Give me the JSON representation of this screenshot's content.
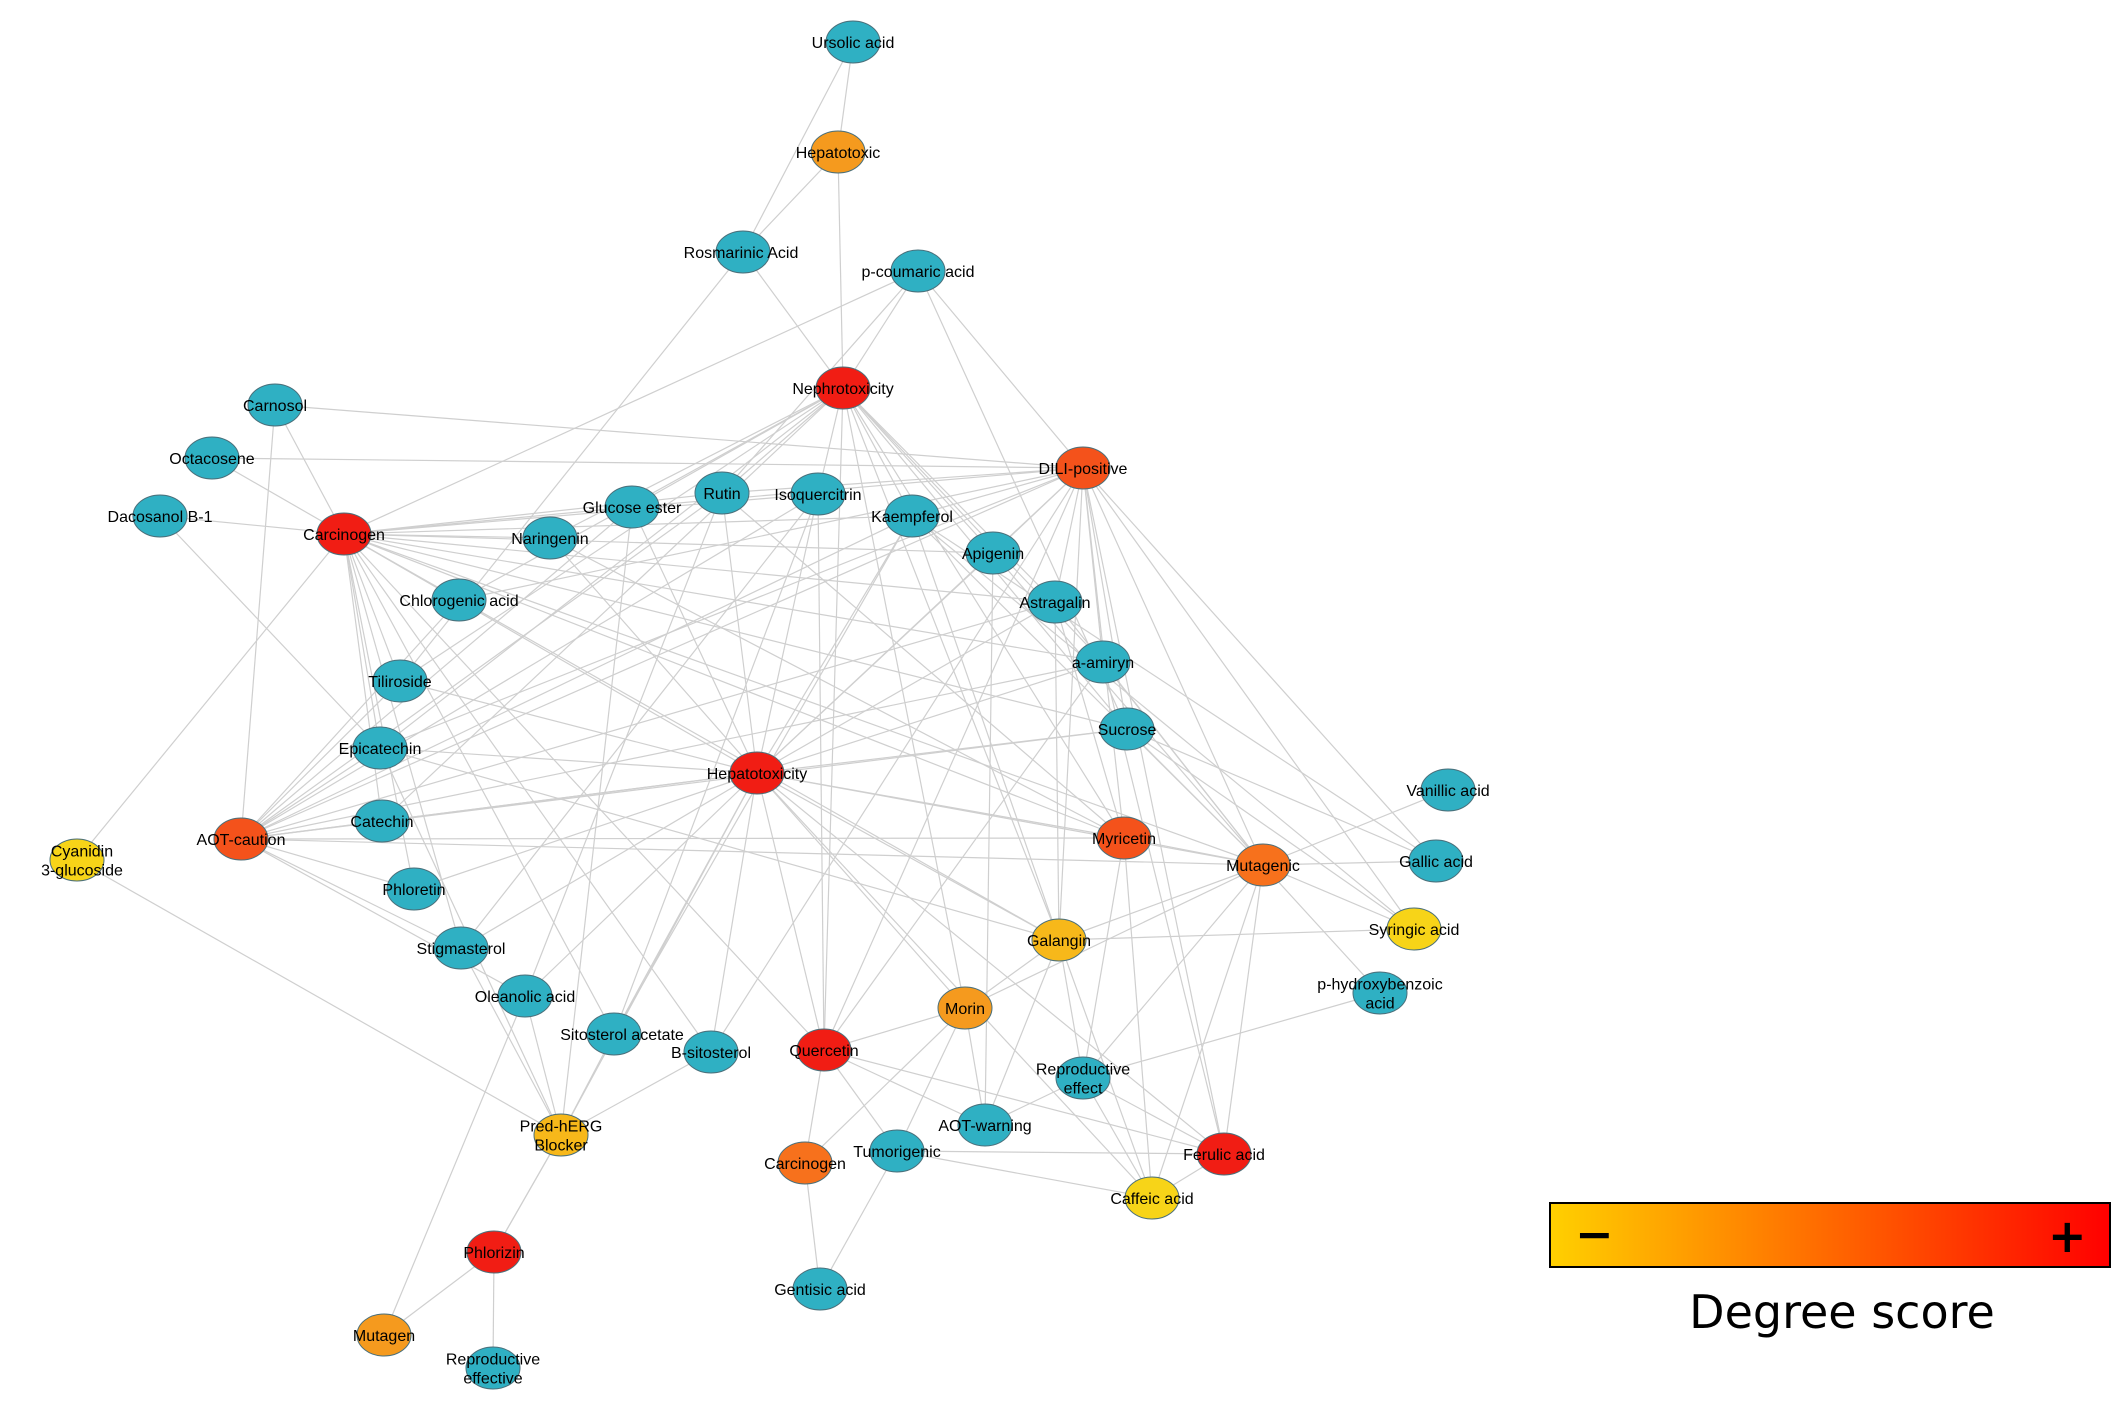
{
  "nodes": [
    {
      "id": "ursolic",
      "label": "Ursolic acid",
      "color": "teal"
    },
    {
      "id": "hepatotoxic",
      "label": "Hepatotoxic",
      "color": "orange"
    },
    {
      "id": "rosmarinic",
      "label": "Rosmarinic Acid",
      "color": "teal"
    },
    {
      "id": "pcoumaric",
      "label": "p-coumaric acid",
      "color": "teal"
    },
    {
      "id": "nephro",
      "label": "Nephrotoxicity",
      "color": "red"
    },
    {
      "id": "carnosol",
      "label": "Carnosol",
      "color": "teal"
    },
    {
      "id": "octacosene",
      "label": "Octacosene",
      "color": "teal"
    },
    {
      "id": "dili",
      "label": "DILI-positive",
      "color": "red_orange"
    },
    {
      "id": "dacosanol",
      "label": "Dacosanol B-1",
      "color": "teal"
    },
    {
      "id": "carcinogen1",
      "label": "Carcinogen",
      "color": "red"
    },
    {
      "id": "glucose",
      "label": "Glucose ester",
      "color": "teal"
    },
    {
      "id": "rutin",
      "label": "Rutin",
      "color": "teal"
    },
    {
      "id": "isoquercitrin",
      "label": "Isoquercitrin",
      "color": "teal"
    },
    {
      "id": "kaempferol",
      "label": "Kaempferol",
      "color": "teal"
    },
    {
      "id": "naringenin",
      "label": "Naringenin",
      "color": "teal"
    },
    {
      "id": "apigenin",
      "label": "Apigenin",
      "color": "teal"
    },
    {
      "id": "chlorogenic",
      "label": "Chlorogenic acid",
      "color": "teal"
    },
    {
      "id": "astragalin",
      "label": "Astragalin",
      "color": "teal"
    },
    {
      "id": "amiryn",
      "label": "a-amiryn",
      "color": "teal"
    },
    {
      "id": "tiliroside",
      "label": "Tiliroside",
      "color": "teal"
    },
    {
      "id": "sucrose",
      "label": "Sucrose",
      "color": "teal"
    },
    {
      "id": "epicatechin",
      "label": "Epicatechin",
      "color": "teal"
    },
    {
      "id": "hepatotox",
      "label": "Hepatotoxicity",
      "color": "red"
    },
    {
      "id": "vanillic",
      "label": "Vanillic acid",
      "color": "teal"
    },
    {
      "id": "cyanidin",
      "label": [
        "Cyanidin",
        "3-glucoside"
      ],
      "color": "yellow"
    },
    {
      "id": "aotcaution",
      "label": "AOT-caution",
      "color": "red_orange"
    },
    {
      "id": "catechin",
      "label": "Catechin",
      "color": "teal"
    },
    {
      "id": "myricetin",
      "label": "Myricetin",
      "color": "red_orange"
    },
    {
      "id": "mutagenic",
      "label": "Mutagenic",
      "color": "orange_red"
    },
    {
      "id": "gallic",
      "label": "Gallic acid",
      "color": "teal"
    },
    {
      "id": "phloretin",
      "label": "Phloretin",
      "color": "teal"
    },
    {
      "id": "syringic",
      "label": "Syringic acid",
      "color": "yellow"
    },
    {
      "id": "galangin",
      "label": "Galangin",
      "color": "amber"
    },
    {
      "id": "stigmasterol",
      "label": "Stigmasterol",
      "color": "teal"
    },
    {
      "id": "phydroxy",
      "label": [
        "p-hydroxybenzoic",
        "acid"
      ],
      "color": "teal"
    },
    {
      "id": "oleanolic",
      "label": "Oleanolic acid",
      "color": "teal"
    },
    {
      "id": "morin",
      "label": "Morin",
      "color": "orange"
    },
    {
      "id": "sitosterolac",
      "label": "Sitosterol acetate",
      "color": "teal"
    },
    {
      "id": "bsitosterol",
      "label": "B-sitosterol",
      "color": "teal"
    },
    {
      "id": "quercetin",
      "label": "Quercetin",
      "color": "red"
    },
    {
      "id": "reproductive",
      "label": [
        "Reproductive",
        "effect"
      ],
      "color": "teal"
    },
    {
      "id": "aotwarning",
      "label": "AOT-warning",
      "color": "teal"
    },
    {
      "id": "predherg",
      "label": [
        "Pred-hERG",
        "Blocker"
      ],
      "color": "amber"
    },
    {
      "id": "tumorigenic",
      "label": "Tumorigenic",
      "color": "teal"
    },
    {
      "id": "carcinogen2",
      "label": "Carcinogen",
      "color": "orange_red"
    },
    {
      "id": "ferulic",
      "label": "Ferulic acid",
      "color": "red"
    },
    {
      "id": "caffeic",
      "label": "Caffeic acid",
      "color": "yellow"
    },
    {
      "id": "phlorizin",
      "label": "Phlorizin",
      "color": "red"
    },
    {
      "id": "gentisic",
      "label": "Gentisic acid",
      "color": "teal"
    },
    {
      "id": "mutagen",
      "label": "Mutagen",
      "color": "orange"
    },
    {
      "id": "reproeffective",
      "label": [
        "Reproductive",
        "effective"
      ],
      "color": "teal"
    }
  ],
  "edges": [
    [
      "ursolic",
      "hepatotoxic"
    ],
    [
      "ursolic",
      "rosmarinic"
    ],
    [
      "hepatotoxic",
      "rosmarinic"
    ],
    [
      "hepatotoxic",
      "nephro"
    ],
    [
      "rosmarinic",
      "nephro"
    ],
    [
      "rosmarinic",
      "tiliroside"
    ],
    [
      "pcoumaric",
      "nephro"
    ],
    [
      "pcoumaric",
      "carcinogen1"
    ],
    [
      "pcoumaric",
      "dili"
    ],
    [
      "pcoumaric",
      "rutin"
    ],
    [
      "pcoumaric",
      "sucrose"
    ],
    [
      "nephro",
      "glucose"
    ],
    [
      "nephro",
      "rutin"
    ],
    [
      "nephro",
      "isoquercitrin"
    ],
    [
      "nephro",
      "kaempferol"
    ],
    [
      "nephro",
      "naringenin"
    ],
    [
      "nephro",
      "apigenin"
    ],
    [
      "nephro",
      "chlorogenic"
    ],
    [
      "nephro",
      "astragalin"
    ],
    [
      "nephro",
      "amiryn"
    ],
    [
      "nephro",
      "tiliroside"
    ],
    [
      "nephro",
      "epicatechin"
    ],
    [
      "nephro",
      "sucrose"
    ],
    [
      "nephro",
      "myricetin"
    ],
    [
      "nephro",
      "quercetin"
    ],
    [
      "nephro",
      "galangin"
    ],
    [
      "nephro",
      "catechin"
    ],
    [
      "nephro",
      "morin"
    ],
    [
      "carnosol",
      "carcinogen1"
    ],
    [
      "carnosol",
      "aotcaution"
    ],
    [
      "carnosol",
      "dili"
    ],
    [
      "octacosene",
      "dili"
    ],
    [
      "octacosene",
      "carcinogen1"
    ],
    [
      "dacosanol",
      "carcinogen1"
    ],
    [
      "dacosanol",
      "epicatechin"
    ],
    [
      "carcinogen1",
      "glucose"
    ],
    [
      "carcinogen1",
      "rutin"
    ],
    [
      "carcinogen1",
      "isoquercitrin"
    ],
    [
      "carcinogen1",
      "kaempferol"
    ],
    [
      "carcinogen1",
      "naringenin"
    ],
    [
      "carcinogen1",
      "apigenin"
    ],
    [
      "carcinogen1",
      "chlorogenic"
    ],
    [
      "carcinogen1",
      "astragalin"
    ],
    [
      "carcinogen1",
      "amiryn"
    ],
    [
      "carcinogen1",
      "tiliroside"
    ],
    [
      "carcinogen1",
      "epicatechin"
    ],
    [
      "carcinogen1",
      "sucrose"
    ],
    [
      "carcinogen1",
      "catechin"
    ],
    [
      "carcinogen1",
      "phloretin"
    ],
    [
      "carcinogen1",
      "myricetin"
    ],
    [
      "carcinogen1",
      "mutagenic"
    ],
    [
      "carcinogen1",
      "galangin"
    ],
    [
      "carcinogen1",
      "quercetin"
    ],
    [
      "carcinogen1",
      "stigmasterol"
    ],
    [
      "carcinogen1",
      "sitosterolac"
    ],
    [
      "carcinogen1",
      "bsitosterol"
    ],
    [
      "carcinogen1",
      "cyanidin"
    ],
    [
      "carcinogen1",
      "hepatotox"
    ],
    [
      "dili",
      "glucose"
    ],
    [
      "dili",
      "rutin"
    ],
    [
      "dili",
      "kaempferol"
    ],
    [
      "dili",
      "apigenin"
    ],
    [
      "dili",
      "astragalin"
    ],
    [
      "dili",
      "amiryn"
    ],
    [
      "dili",
      "sucrose"
    ],
    [
      "dili",
      "myricetin"
    ],
    [
      "dili",
      "galangin"
    ],
    [
      "dili",
      "mutagenic"
    ],
    [
      "dili",
      "gallic"
    ],
    [
      "dili",
      "syringic"
    ],
    [
      "dili",
      "hepatotox"
    ],
    [
      "dili",
      "aotcaution"
    ],
    [
      "dili",
      "quercetin"
    ],
    [
      "dili",
      "epicatechin"
    ],
    [
      "dili",
      "chlorogenic"
    ],
    [
      "dili",
      "ferulic"
    ],
    [
      "aotcaution",
      "glucose"
    ],
    [
      "aotcaution",
      "rutin"
    ],
    [
      "aotcaution",
      "isoquercitrin"
    ],
    [
      "aotcaution",
      "kaempferol"
    ],
    [
      "aotcaution",
      "chlorogenic"
    ],
    [
      "aotcaution",
      "tiliroside"
    ],
    [
      "aotcaution",
      "epicatechin"
    ],
    [
      "aotcaution",
      "catechin"
    ],
    [
      "aotcaution",
      "phloretin"
    ],
    [
      "aotcaution",
      "stigmasterol"
    ],
    [
      "aotcaution",
      "oleanolic"
    ],
    [
      "aotcaution",
      "hepatotox"
    ],
    [
      "aotcaution",
      "amiryn"
    ],
    [
      "aotcaution",
      "sucrose"
    ],
    [
      "aotcaution",
      "myricetin"
    ],
    [
      "aotcaution",
      "mutagenic"
    ],
    [
      "aotcaution",
      "astragalin"
    ],
    [
      "hepatotox",
      "glucose"
    ],
    [
      "hepatotox",
      "rutin"
    ],
    [
      "hepatotox",
      "isoquercitrin"
    ],
    [
      "hepatotox",
      "kaempferol"
    ],
    [
      "hepatotox",
      "naringenin"
    ],
    [
      "hepatotox",
      "apigenin"
    ],
    [
      "hepatotox",
      "astragalin"
    ],
    [
      "hepatotox",
      "amiryn"
    ],
    [
      "hepatotox",
      "tiliroside"
    ],
    [
      "hepatotox",
      "epicatechin"
    ],
    [
      "hepatotox",
      "sucrose"
    ],
    [
      "hepatotox",
      "catechin"
    ],
    [
      "hepatotox",
      "phloretin"
    ],
    [
      "hepatotox",
      "stigmasterol"
    ],
    [
      "hepatotox",
      "oleanolic"
    ],
    [
      "hepatotox",
      "sitosterolac"
    ],
    [
      "hepatotox",
      "bsitosterol"
    ],
    [
      "hepatotox",
      "quercetin"
    ],
    [
      "hepatotox",
      "galangin"
    ],
    [
      "hepatotox",
      "morin"
    ],
    [
      "hepatotox",
      "myricetin"
    ],
    [
      "hepatotox",
      "mutagenic"
    ],
    [
      "hepatotox",
      "ferulic"
    ],
    [
      "hepatotox",
      "caffeic"
    ],
    [
      "hepatotox",
      "predherg"
    ],
    [
      "mutagenic",
      "kaempferol"
    ],
    [
      "mutagenic",
      "apigenin"
    ],
    [
      "mutagenic",
      "astragalin"
    ],
    [
      "mutagenic",
      "amiryn"
    ],
    [
      "mutagenic",
      "sucrose"
    ],
    [
      "mutagenic",
      "myricetin"
    ],
    [
      "mutagenic",
      "galangin"
    ],
    [
      "mutagenic",
      "gallic"
    ],
    [
      "mutagenic",
      "vanillic"
    ],
    [
      "mutagenic",
      "syringic"
    ],
    [
      "mutagenic",
      "phydroxy"
    ],
    [
      "mutagenic",
      "ferulic"
    ],
    [
      "mutagenic",
      "caffeic"
    ],
    [
      "mutagenic",
      "morin"
    ],
    [
      "mutagenic",
      "reproductive"
    ],
    [
      "galangin",
      "kaempferol"
    ],
    [
      "galangin",
      "astragalin"
    ],
    [
      "galangin",
      "epicatechin"
    ],
    [
      "galangin",
      "reproductive"
    ],
    [
      "galangin",
      "aotwarning"
    ],
    [
      "galangin",
      "morin"
    ],
    [
      "galangin",
      "caffeic"
    ],
    [
      "galangin",
      "syringic"
    ],
    [
      "quercetin",
      "isoquercitrin"
    ],
    [
      "quercetin",
      "amiryn"
    ],
    [
      "quercetin",
      "morin"
    ],
    [
      "quercetin",
      "aotwarning"
    ],
    [
      "quercetin",
      "tumorigenic"
    ],
    [
      "quercetin",
      "carcinogen2"
    ],
    [
      "quercetin",
      "ferulic"
    ],
    [
      "morin",
      "carcinogen2"
    ],
    [
      "morin",
      "aotwarning"
    ],
    [
      "morin",
      "tumorigenic"
    ],
    [
      "reproductive",
      "aotwarning"
    ],
    [
      "reproductive",
      "ferulic"
    ],
    [
      "reproductive",
      "caffeic"
    ],
    [
      "reproductive",
      "phydroxy"
    ],
    [
      "reproductive",
      "myricetin"
    ],
    [
      "tumorigenic",
      "ferulic"
    ],
    [
      "tumorigenic",
      "caffeic"
    ],
    [
      "carcinogen2",
      "gentisic"
    ],
    [
      "tumorigenic",
      "gentisic"
    ],
    [
      "predherg",
      "cyanidin"
    ],
    [
      "predherg",
      "oleanolic"
    ],
    [
      "predherg",
      "bsitosterol"
    ],
    [
      "predherg",
      "phlorizin"
    ],
    [
      "predherg",
      "stigmasterol"
    ],
    [
      "predherg",
      "epicatechin"
    ],
    [
      "predherg",
      "glucose"
    ],
    [
      "predherg",
      "sitosterolac"
    ],
    [
      "phlorizin",
      "reproeffective"
    ],
    [
      "phlorizin",
      "predherg"
    ],
    [
      "mutagen",
      "oleanolic"
    ],
    [
      "mutagen",
      "phlorizin"
    ],
    [
      "stigmasterol",
      "isoquercitrin"
    ],
    [
      "oleanolic",
      "rutin"
    ],
    [
      "sitosterolac",
      "kaempferol"
    ],
    [
      "bsitosterol",
      "dili"
    ],
    [
      "sitosterolac",
      "isoquercitrin"
    ],
    [
      "ferulic",
      "caffeic"
    ],
    [
      "aotwarning",
      "apigenin"
    ],
    [
      "sucrose",
      "gallic"
    ],
    [
      "sucrose",
      "syringic"
    ],
    [
      "amiryn",
      "ferulic"
    ],
    [
      "myricetin",
      "caffeic"
    ],
    [
      "kaempferol",
      "gallic"
    ],
    [
      "kaempferol",
      "syringic"
    ],
    [
      "astragalin",
      "myricetin"
    ],
    [
      "rutin",
      "myricetin"
    ],
    [
      "naringenin",
      "myricetin"
    ]
  ],
  "colors": {
    "teal": "#2fb0c3",
    "yellow": "#f7d418",
    "amber": "#f7b81a",
    "orange": "#f59a1e",
    "orange_red": "#f7711c",
    "red_orange": "#f4521b",
    "red": "#f11d14",
    "edge": "#cfcfcf",
    "node_stroke": "#4a6f7a"
  },
  "legend": {
    "title": "Degree score",
    "minus": "−",
    "plus": "+",
    "gradient_from": "#ffd000",
    "gradient_to": "#ff0000"
  }
}
